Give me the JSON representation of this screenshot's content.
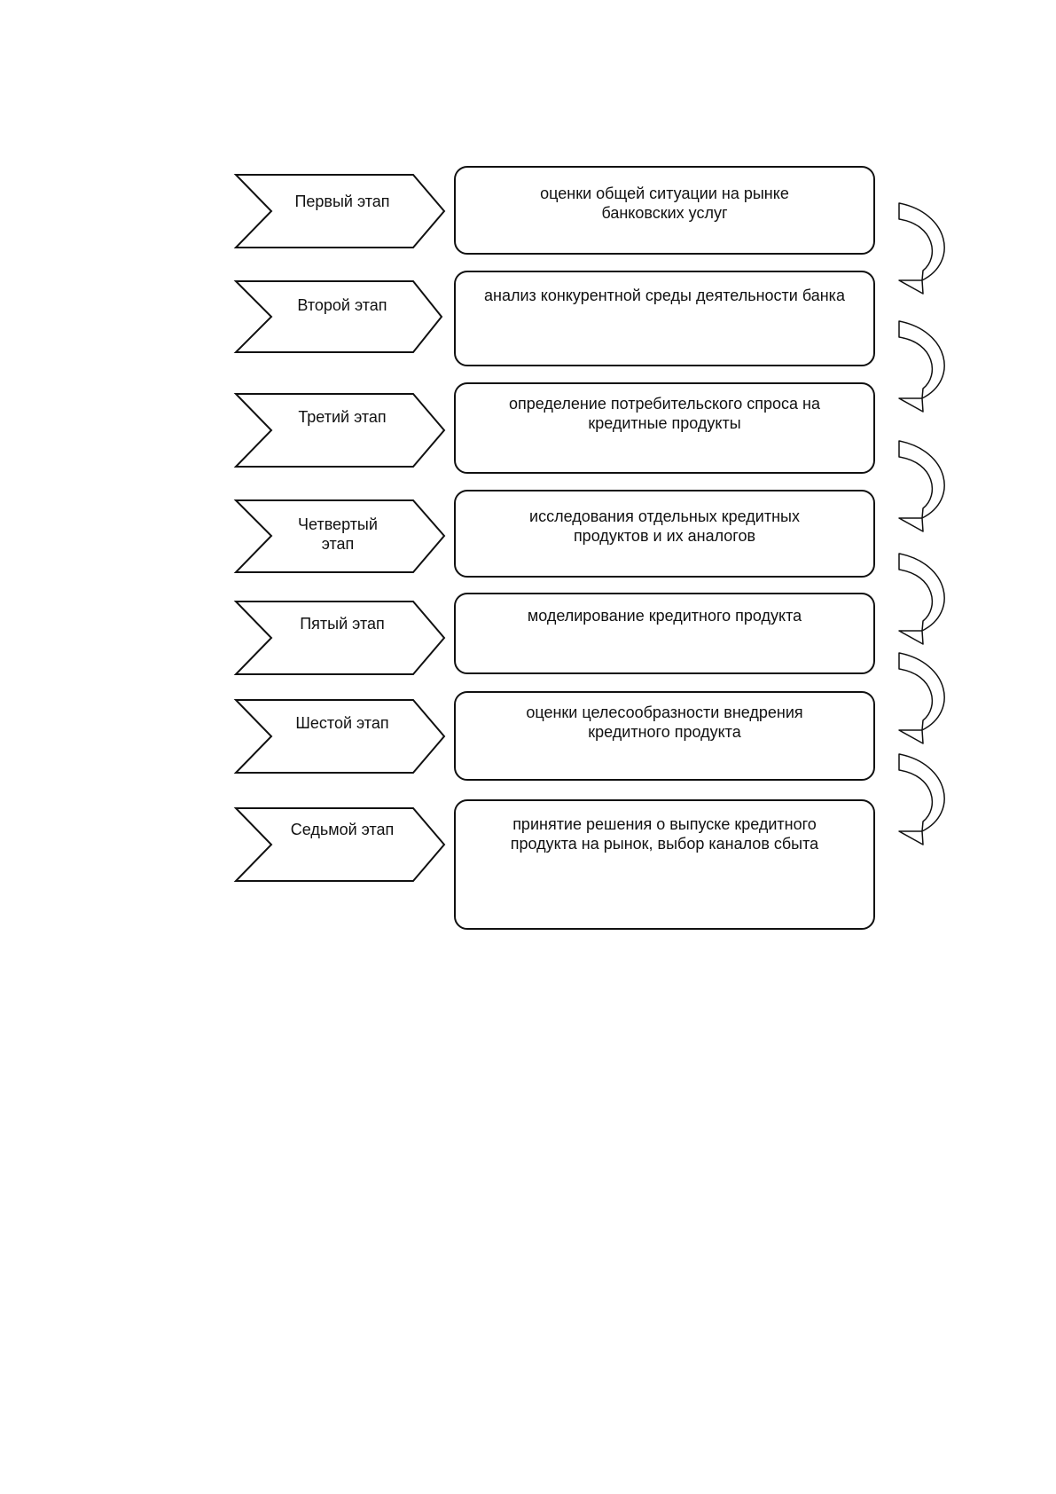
{
  "stages": [
    {
      "stage": "Первый этап",
      "description": "оценки общей ситуации на рынке банковских услуг"
    },
    {
      "stage": "Второй этап",
      "description": "анализ конкурентной среды деятельности банка"
    },
    {
      "stage": "Третий этап",
      "description": "определение потребительского спроса на кредитные продукты"
    },
    {
      "stage": "Четвертый этап",
      "description": "исследования отдельных кредитных продуктов и их аналогов"
    },
    {
      "stage": "Пятый этап",
      "description": "моделирование кредитного продукта"
    },
    {
      "stage": "Шестой этап",
      "description": "оценки целесообразности внедрения кредитного продукта"
    },
    {
      "stage": "Седьмой этап",
      "description": "принятие решения о выпуске кредитного продукта на рынок, выбор каналов сбыта"
    }
  ]
}
